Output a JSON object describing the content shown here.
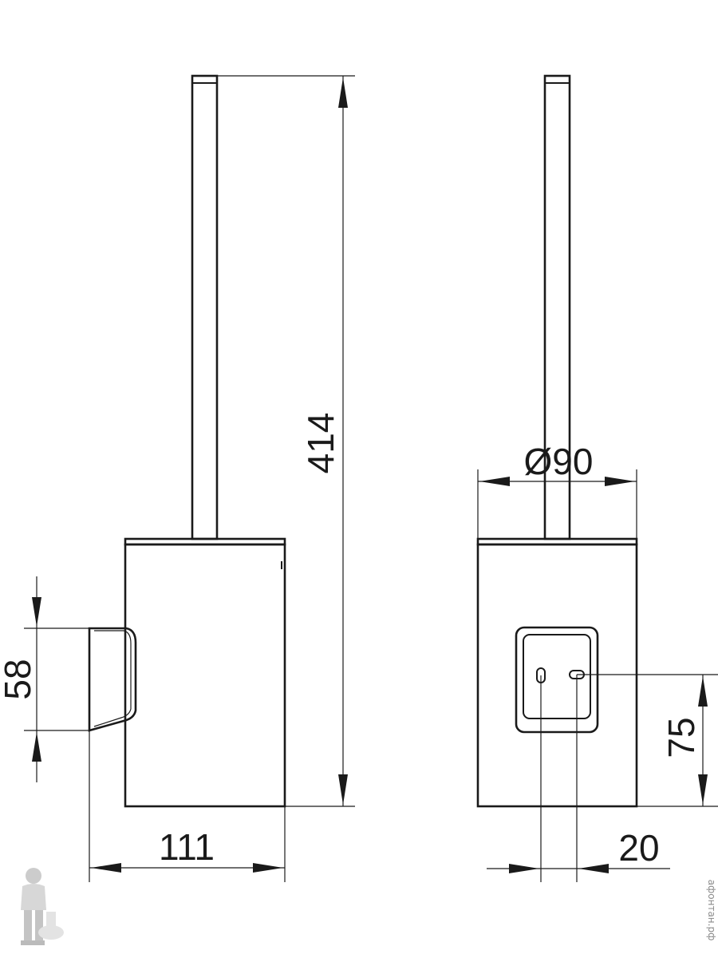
{
  "dimensions": {
    "height_total": "414",
    "depth_total": "111",
    "mount_height": "58",
    "diameter": "Ø90",
    "hole_height": "75",
    "hole_offset": "20"
  },
  "watermark": {
    "text": "афонтан.рф",
    "icon": "plumber-mascot-icon"
  },
  "colors": {
    "line": "#1a1a1a",
    "watermark": "#8a8a8a"
  }
}
